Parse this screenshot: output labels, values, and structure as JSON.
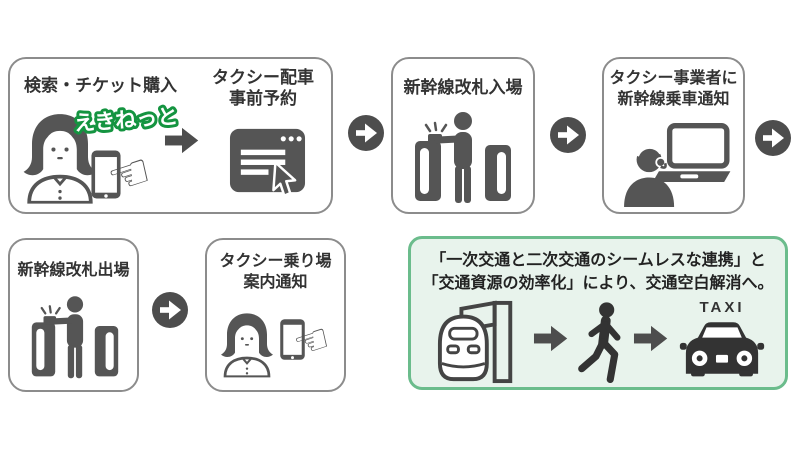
{
  "colors": {
    "box_border_gray": "#8c8c8c",
    "icon_gray": "#555555",
    "arrow_gray": "#4d4d4d",
    "text_dark": "#333333",
    "summary_border_green": "#6bbc8c",
    "summary_fill_green": "#e8f3ec",
    "ekinet_green": "#149440"
  },
  "steps": [
    {
      "id": "search-purchase",
      "title": "検索・チケット購入",
      "badge": "えきねっと"
    },
    {
      "id": "taxi-reserve",
      "title_line1": "タクシー配車",
      "title_line2": "事前予約"
    },
    {
      "id": "gate-entry",
      "title": "新幹線改札入場"
    },
    {
      "id": "notify-operator",
      "title_line1": "タクシー事業者に",
      "title_line2": "新幹線乗車通知"
    },
    {
      "id": "gate-exit",
      "title": "新幹線改札出場"
    },
    {
      "id": "taxi-stand-notice",
      "title_line1": "タクシー乗り場",
      "title_line2": "案内通知"
    }
  ],
  "summary": {
    "line1": "「一次交通と二次交通のシームレスな連携」と",
    "line2": "「交通資源の効率化」により、交通空白解消へ。",
    "taxi_label": "TAXI"
  },
  "icons": {
    "hand_pointer_glyph": "☜",
    "woman": "woman-with-bob-hair-icon",
    "smartphone": "smartphone-icon",
    "browser": "browser-window-with-cursor-icon",
    "ticket_gate": "ticket-gate-with-person-icon",
    "operator": "call-center-operator-laptop-icon",
    "train": "shinkansen-front-with-platform-icon",
    "walker": "walking-person-icon",
    "taxi": "taxi-car-front-icon",
    "arrow": "right-arrow-icon",
    "circle_arrow": "circle-right-arrow-icon"
  }
}
